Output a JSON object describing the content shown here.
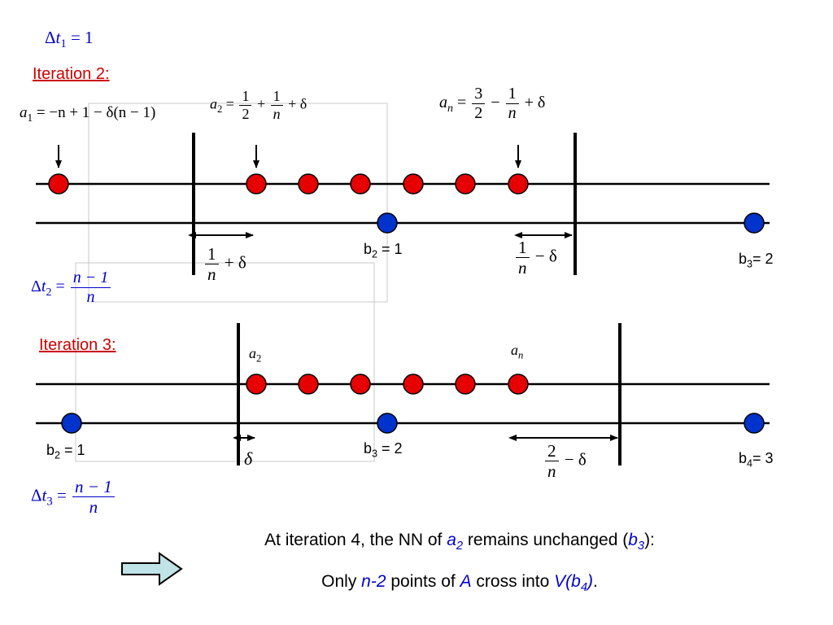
{
  "top": {
    "dt1": {
      "delta": "Δ",
      "t": "t",
      "sub": "1",
      "eq": "=",
      "val": "1"
    }
  },
  "iteration2": {
    "title": "Iteration 2:",
    "a1": {
      "lhs": "a",
      "sub": "1",
      "rhs": "= −n + 1 − δ(n − 1)"
    },
    "a2": {
      "lhs": "a",
      "sub": "2",
      "eq": "=",
      "f1num": "1",
      "f1den": "2",
      "plus": "+",
      "f2num": "1",
      "f2den": "n",
      "tail": "+ δ"
    },
    "an": {
      "lhs": "a",
      "sub": "n",
      "eq": "=",
      "f1num": "3",
      "f1den": "2",
      "minus": "−",
      "f2num": "1",
      "f2den": "n",
      "tail": "+ δ"
    },
    "gap_left": {
      "num": "1",
      "den": "n",
      "tail": "+ δ"
    },
    "gap_right": {
      "num": "1",
      "den": "n",
      "tail": "− δ"
    },
    "b2": {
      "b": "b",
      "sub": "2",
      "rest": " = 1"
    },
    "b3": {
      "b": "b",
      "sub": "3",
      "rest": "= 2"
    }
  },
  "dt2": {
    "delta": "Δ",
    "t": "t",
    "sub": "2",
    "eq": "=",
    "num": "n − 1",
    "den": "n"
  },
  "iteration3": {
    "title": "Iteration 3:",
    "a2": {
      "a": "a",
      "sub": "2"
    },
    "an": {
      "a": "a",
      "sub": "n"
    },
    "delta": "δ",
    "gap_right": {
      "num": "2",
      "den": "n",
      "tail": "− δ"
    },
    "b2": {
      "b": "b",
      "sub": "2",
      "rest": " = 1"
    },
    "b3": {
      "b": "b",
      "sub": "3",
      "rest": " = 2"
    },
    "b4": {
      "b": "b",
      "sub": "4",
      "rest": "= 3"
    }
  },
  "dt3": {
    "delta": "Δ",
    "t": "t",
    "sub": "3",
    "eq": "=",
    "num": "n − 1",
    "den": "n"
  },
  "caption": {
    "line1_a": "At iteration 4, the NN of ",
    "line1_a2": "a",
    "line1_a2_sub": "2",
    "line1_b": " remains unchanged (",
    "line1_b3": "b",
    "line1_b3_sub": "3",
    "line1_c": "):",
    "line2_a": "Only ",
    "line2_n2": "n-2",
    "line2_b": " points of ",
    "line2_A": "A",
    "line2_c": " cross into ",
    "line2_V": "V(b",
    "line2_V_sub": "4",
    "line2_V_end": ")",
    "line2_d": "."
  },
  "colors": {
    "red_point": "#e60000",
    "blue_point": "#0033cc",
    "arrow_fill": "#bfe3e6",
    "iter_title": "#cc0000",
    "math_blue": "#0000cc"
  }
}
